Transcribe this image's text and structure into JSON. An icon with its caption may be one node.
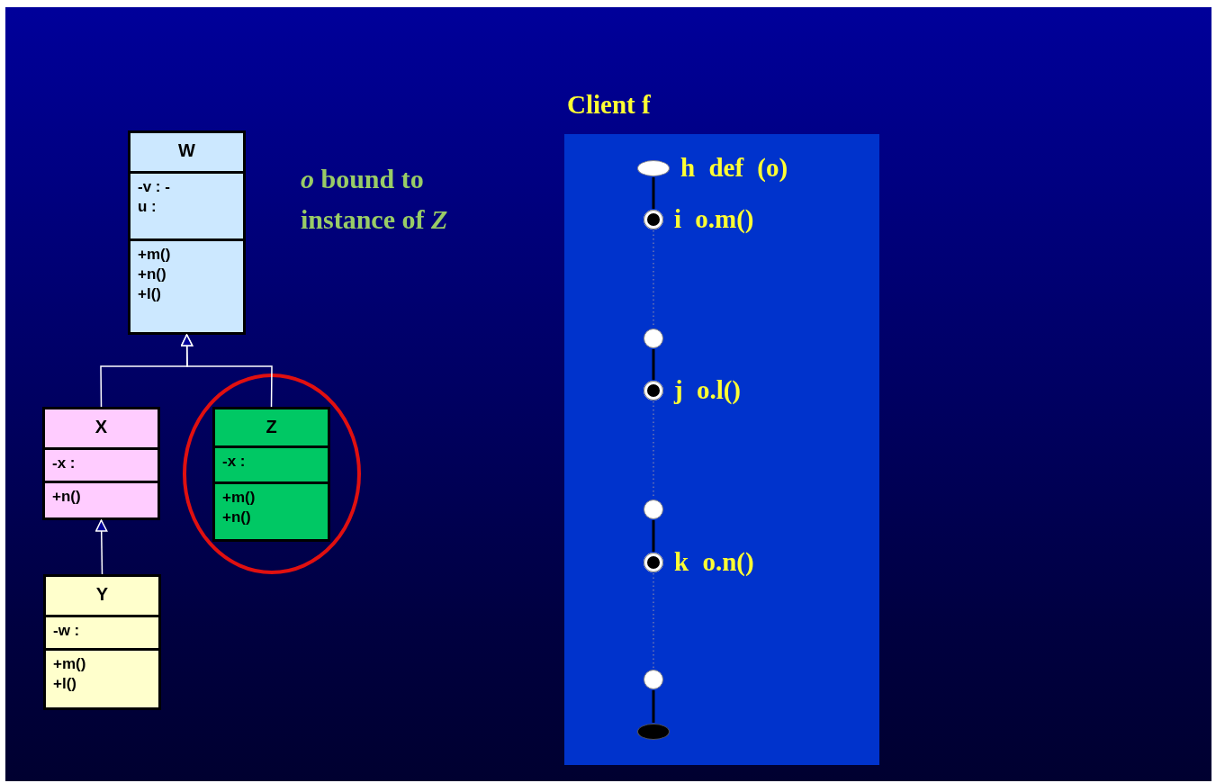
{
  "diagram": {
    "nodes": [
      {
        "text": [
          "W",
          "-v : -u :",
          "+m() +n() +l()"
        ]
      },
      {
        "text": [
          "X",
          "-x :",
          "+n()"
        ]
      },
      {
        "text": [],
        "shape": "ellipse"
      },
      {
        "text": [
          "Z",
          "-x :",
          "+m() +n()"
        ],
        "in": 2
      },
      {
        "text": [
          "Y",
          "-w :",
          "+m() +l()"
        ]
      },
      {
        "text": [
          "Client f"
        ]
      },
      {
        "text": [],
        "shape": "ellipse",
        "in": 5,
        "beside": [
          "h def (o)"
        ]
      },
      {
        "text": [],
        "shape": "circle",
        "in": 5,
        "beside": [
          "i o.m()"
        ]
      },
      {
        "text": [],
        "shape": "circle",
        "in": 5
      },
      {
        "text": [],
        "shape": "circle",
        "in": 5,
        "beside": [
          "j o.l()"
        ]
      },
      {
        "text": [],
        "shape": "circle",
        "in": 5
      },
      {
        "text": [],
        "shape": "circle",
        "in": 5,
        "beside": [
          "k o.n()"
        ]
      },
      {
        "text": [],
        "shape": "circle",
        "in": 5
      },
      {
        "text": [],
        "shape": "ellipse",
        "in": 5
      }
    ],
    "edges": [
      {
        "from": 1,
        "to": 0,
        "arrow": "to",
        "color": "#ffffff"
      },
      {
        "from": 3,
        "to": 0,
        "arrow": "to",
        "color": "#ffffff"
      },
      {
        "from": 4,
        "to": 1,
        "arrow": "to",
        "color": "#ffffff"
      },
      {
        "from": 6,
        "to": 7,
        "arrow": "none"
      },
      {
        "from": 7,
        "to": 8,
        "arrow": "none",
        "style": "dashed",
        "color": "#8888aa"
      },
      {
        "from": 8,
        "to": 9,
        "arrow": "none"
      },
      {
        "from": 9,
        "to": 10,
        "arrow": "none",
        "style": "dashed",
        "color": "#8888aa"
      },
      {
        "from": 10,
        "to": 11,
        "arrow": "none"
      },
      {
        "from": 11,
        "to": 12,
        "arrow": "none",
        "style": "dashed",
        "color": "#8888aa"
      },
      {
        "from": 12,
        "to": 13,
        "arrow": "none"
      }
    ],
    "labels": [
      "*o* bound to instance of *Z*"
    ]
  }
}
